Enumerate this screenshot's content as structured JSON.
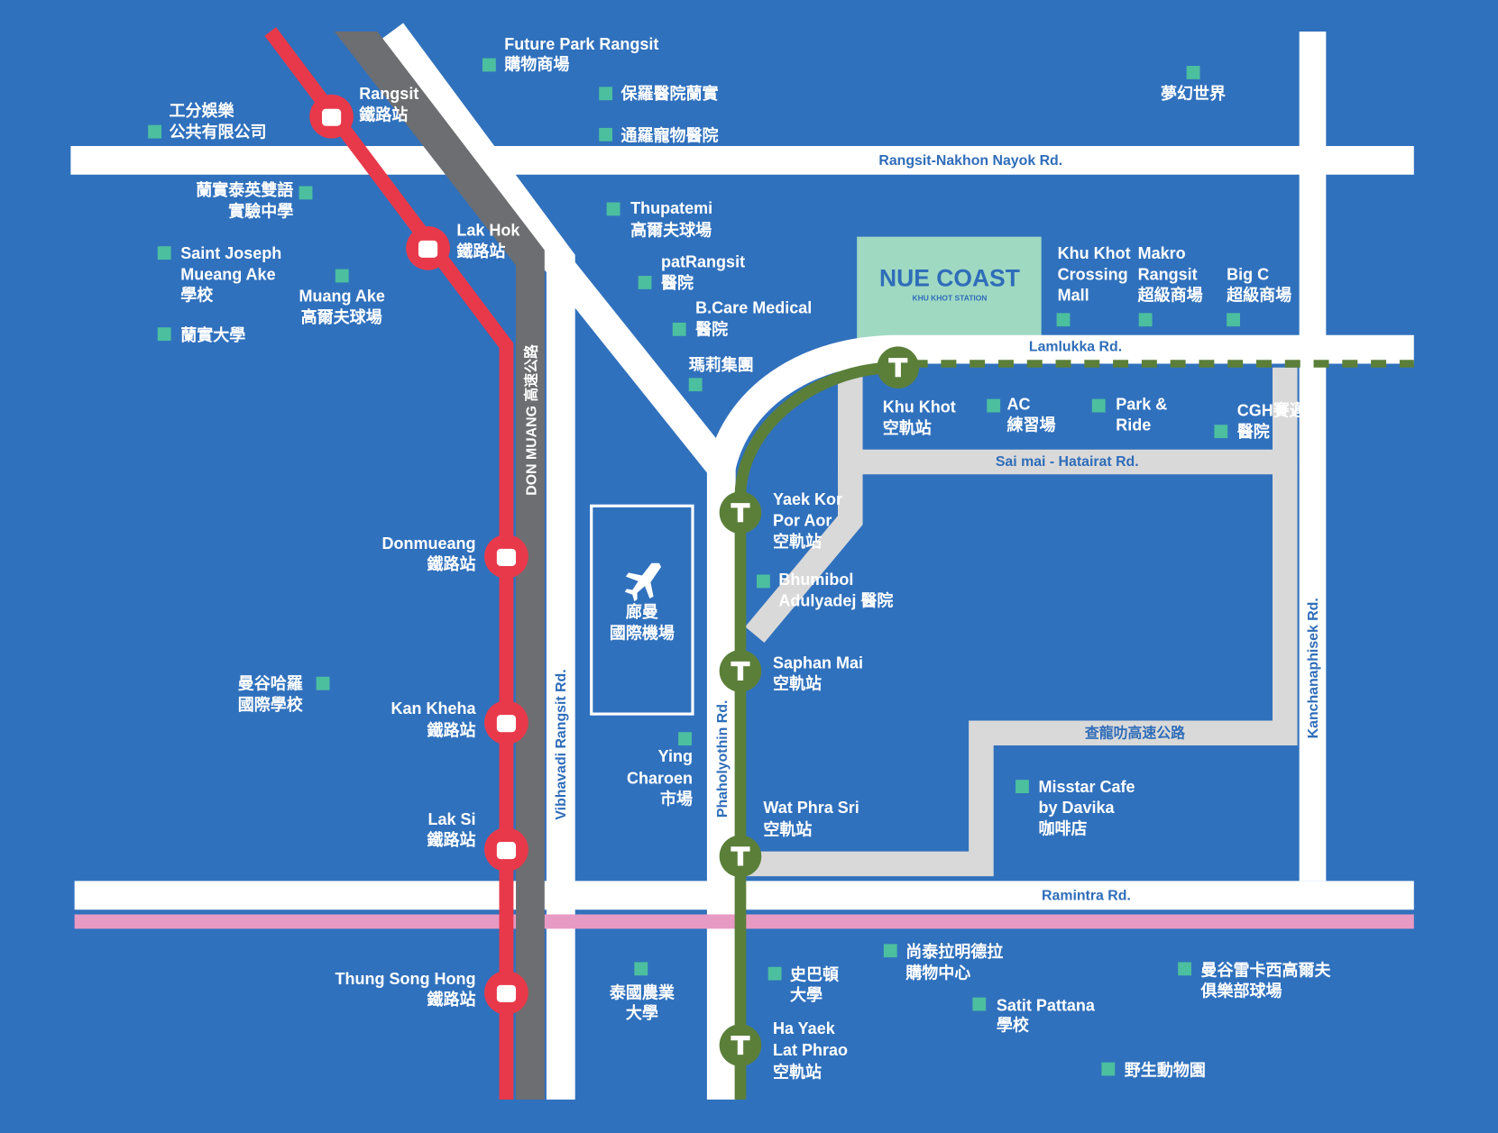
{
  "colors": {
    "background": "#3071bd",
    "rail": "#e8394a",
    "skytrain": "#5b7f39",
    "highway": "#6d6e71",
    "road": "#ffffff",
    "minor_road": "#d9d9d9",
    "poi": "#4cbf9f",
    "tollway_stripe": "#e79ac3",
    "project": "#9fd9c2"
  },
  "roads": {
    "rangsit_nakhon_nayok": "Rangsit-Nakhon Nayok Rd.",
    "lamlukka": "Lamlukka Rd.",
    "sai_mai": "Sai mai - Hatairat Rd.",
    "chalong_rat": "查龍叻高速公路",
    "ramintra": "Ramintra Rd.",
    "kanchanaphisek": "Kanchanaphisek Rd.",
    "vibhavadi": "Vibhavadi Rangsit Rd.",
    "phaholyothin": "Phaholyothin Rd.",
    "don_muang": "DON MUANG 高速公路"
  },
  "project": {
    "name": "NUE COAST",
    "subtitle": "KHU KHOT STATION"
  },
  "airport": {
    "icon": "airplane-icon",
    "name": "廊曼",
    "sub": "國際機場"
  },
  "rail_stations": [
    {
      "name": "Rangsit",
      "sub": "鐵路站"
    },
    {
      "name": "Lak Hok",
      "sub": "鐵路站"
    },
    {
      "name": "Donmueang",
      "sub": "鐵路站"
    },
    {
      "name": "Kan Kheha",
      "sub": "鐵路站"
    },
    {
      "name": "Lak Si",
      "sub": "鐵路站"
    },
    {
      "name": "Thung Song Hong",
      "sub": "鐵路站"
    }
  ],
  "sky_stations": [
    {
      "lines": [
        "Khu Khot",
        "空軌站"
      ]
    },
    {
      "lines": [
        "Yaek Kor",
        "Por Aor",
        "空軌站"
      ]
    },
    {
      "lines": [
        "Saphan Mai",
        "空軌站"
      ]
    },
    {
      "lines": [
        "Wat Phra Sri",
        "空軌站"
      ]
    },
    {
      "lines": [
        "Ha Yaek",
        "Lat Phrao",
        "空軌站"
      ]
    }
  ],
  "pois": [
    {
      "lines": [
        "Future Park Rangsit",
        "購物商場"
      ]
    },
    {
      "lines": [
        "保羅醫院蘭實"
      ]
    },
    {
      "lines": [
        "通羅寵物醫院"
      ]
    },
    {
      "lines": [
        "夢幻世界"
      ]
    },
    {
      "lines": [
        "工分娛樂",
        "公共有限公司"
      ]
    },
    {
      "lines": [
        "蘭實泰英雙語",
        "實驗中學"
      ]
    },
    {
      "lines": [
        "Thupatemi",
        "高爾夫球場"
      ]
    },
    {
      "lines": [
        "patRangsit",
        "醫院"
      ]
    },
    {
      "lines": [
        "B.Care Medical",
        "醫院"
      ]
    },
    {
      "lines": [
        "瑪莉集團"
      ]
    },
    {
      "lines": [
        "Saint Joseph",
        "Mueang Ake",
        "學校"
      ]
    },
    {
      "lines": [
        "Muang Ake",
        "高爾夫球場"
      ]
    },
    {
      "lines": [
        "蘭實大學"
      ]
    },
    {
      "lines": [
        "Khu Khot",
        "Crossing",
        "Mall"
      ]
    },
    {
      "lines": [
        "Makro",
        "Rangsit",
        "超級商場"
      ]
    },
    {
      "lines": [
        "Big C",
        "超級商場"
      ]
    },
    {
      "lines": [
        "AC",
        "練習場"
      ]
    },
    {
      "lines": [
        "Park &",
        "Ride"
      ]
    },
    {
      "lines": [
        "CGH賽邁",
        "醫院"
      ]
    },
    {
      "lines": [
        "Bhumibol",
        "Adulyadej 醫院"
      ]
    },
    {
      "lines": [
        "曼谷哈羅",
        "國際學校"
      ]
    },
    {
      "lines": [
        "Ying",
        "Charoen",
        "市場"
      ]
    },
    {
      "lines": [
        "Misstar Cafe",
        "by Davika",
        "咖啡店"
      ]
    },
    {
      "lines": [
        "尚泰拉明德拉",
        "購物中心"
      ]
    },
    {
      "lines": [
        "史巴頓",
        "大學"
      ]
    },
    {
      "lines": [
        "泰國農業",
        "大學"
      ]
    },
    {
      "lines": [
        "Satit Pattana",
        "學校"
      ]
    },
    {
      "lines": [
        "曼谷雷卡西高爾夫",
        "俱樂部球場"
      ]
    },
    {
      "lines": [
        "野生動物園"
      ]
    }
  ]
}
